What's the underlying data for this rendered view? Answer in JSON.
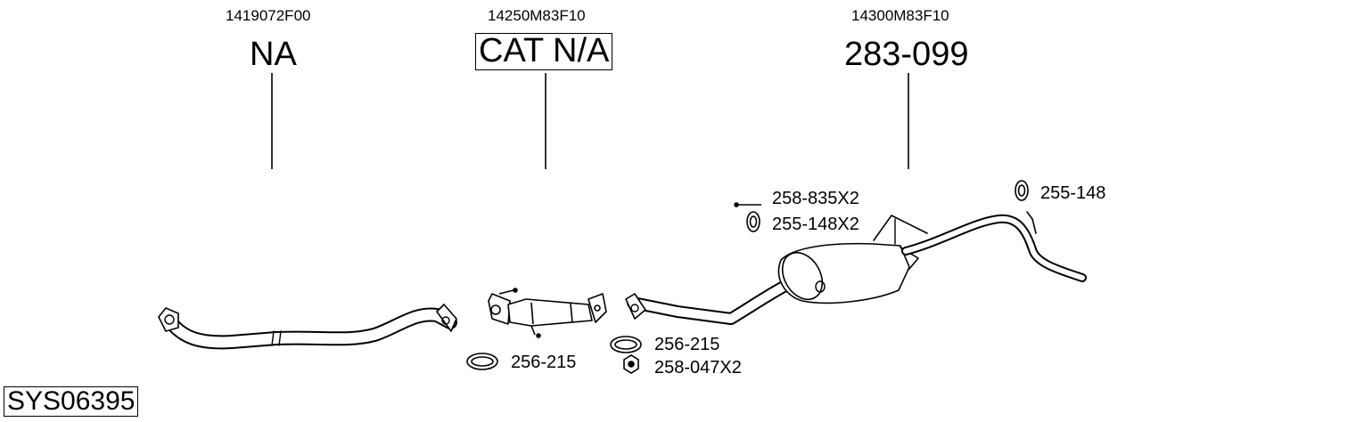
{
  "columns": [
    {
      "oem_number": "1419072F00",
      "part_number": "NA"
    },
    {
      "oem_number": "14250M83F10",
      "part_number": "CAT N/A"
    },
    {
      "oem_number": "14300M83F10",
      "part_number": "283-099"
    }
  ],
  "callouts": {
    "bolt": "258-835X2",
    "rubber_mount_pair": "255-148X2",
    "rubber_mount_single": "255-148",
    "gasket_left": "256-215",
    "gasket_right": "256-215",
    "nut": "258-047X2"
  },
  "system_code": "SYS06395"
}
